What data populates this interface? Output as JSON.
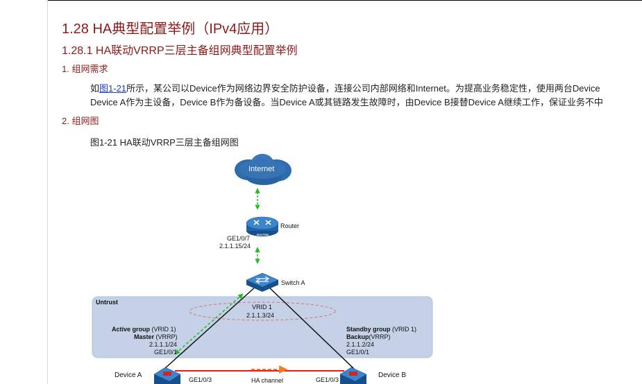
{
  "heading1": "1.28 HA典型配置举例（IPv4应用）",
  "heading2": "1.28.1 HA联动VRRP三层主备组网典型配置举例",
  "section1": "1. 组网需求",
  "para_line1": {
    "prefix": "如",
    "link": "图1-21",
    "rest": "所示，某公司以Device作为网络边界安全防护设备，连接公司内部网络和Internet。为提高业务稳定性，使用两台Device"
  },
  "para_line2": "Device A作为主设备，Device B作为备设备。当Device A或其链路发生故障时，由Device B接替Device A继续工作，保证业务不中",
  "section2": "2. 组网图",
  "figure_caption": "图1-21 HA联动VRRP三层主备组网图",
  "diagram": {
    "internet_label": "Internet",
    "router_label": "Router",
    "router_device_text": "ROUTER",
    "router_port": "GE1/0/7",
    "router_ip": "2.1.1.15/24",
    "switch_label": "Switch A",
    "untrust_label": "Untrust",
    "vrid_label": "VRID 1",
    "vrid_ip": "2.1.1.3/24",
    "device_a": {
      "group_bold": "Active group",
      "group_rest": " (VRID 1)",
      "role_bold": "Master",
      "role_rest": " (VRRP)",
      "ip": "2.1.1.1/24",
      "port_up": "GE1/0/1",
      "name": "Device A",
      "port_ha": "GE1/0/3"
    },
    "device_b": {
      "group_bold": "Standby group",
      "group_rest": " (VRID 1)",
      "role_bold": "Backup",
      "role_rest": "(VRRP)",
      "ip": "2.1.1.2/24",
      "port_up": "GE1/0/1",
      "name": "Device B",
      "port_ha": "GE1/0/3"
    },
    "ha_channel": "HA channel",
    "colors": {
      "untrust_fill": "#c5d1e6",
      "green_arrow": "#22bb22",
      "orange_arrow": "#f08020",
      "vrid_ring": "#e07070",
      "ha_link": "#e02020",
      "device_blue": "#1f62a8",
      "firewall_red": "#c82828"
    }
  }
}
